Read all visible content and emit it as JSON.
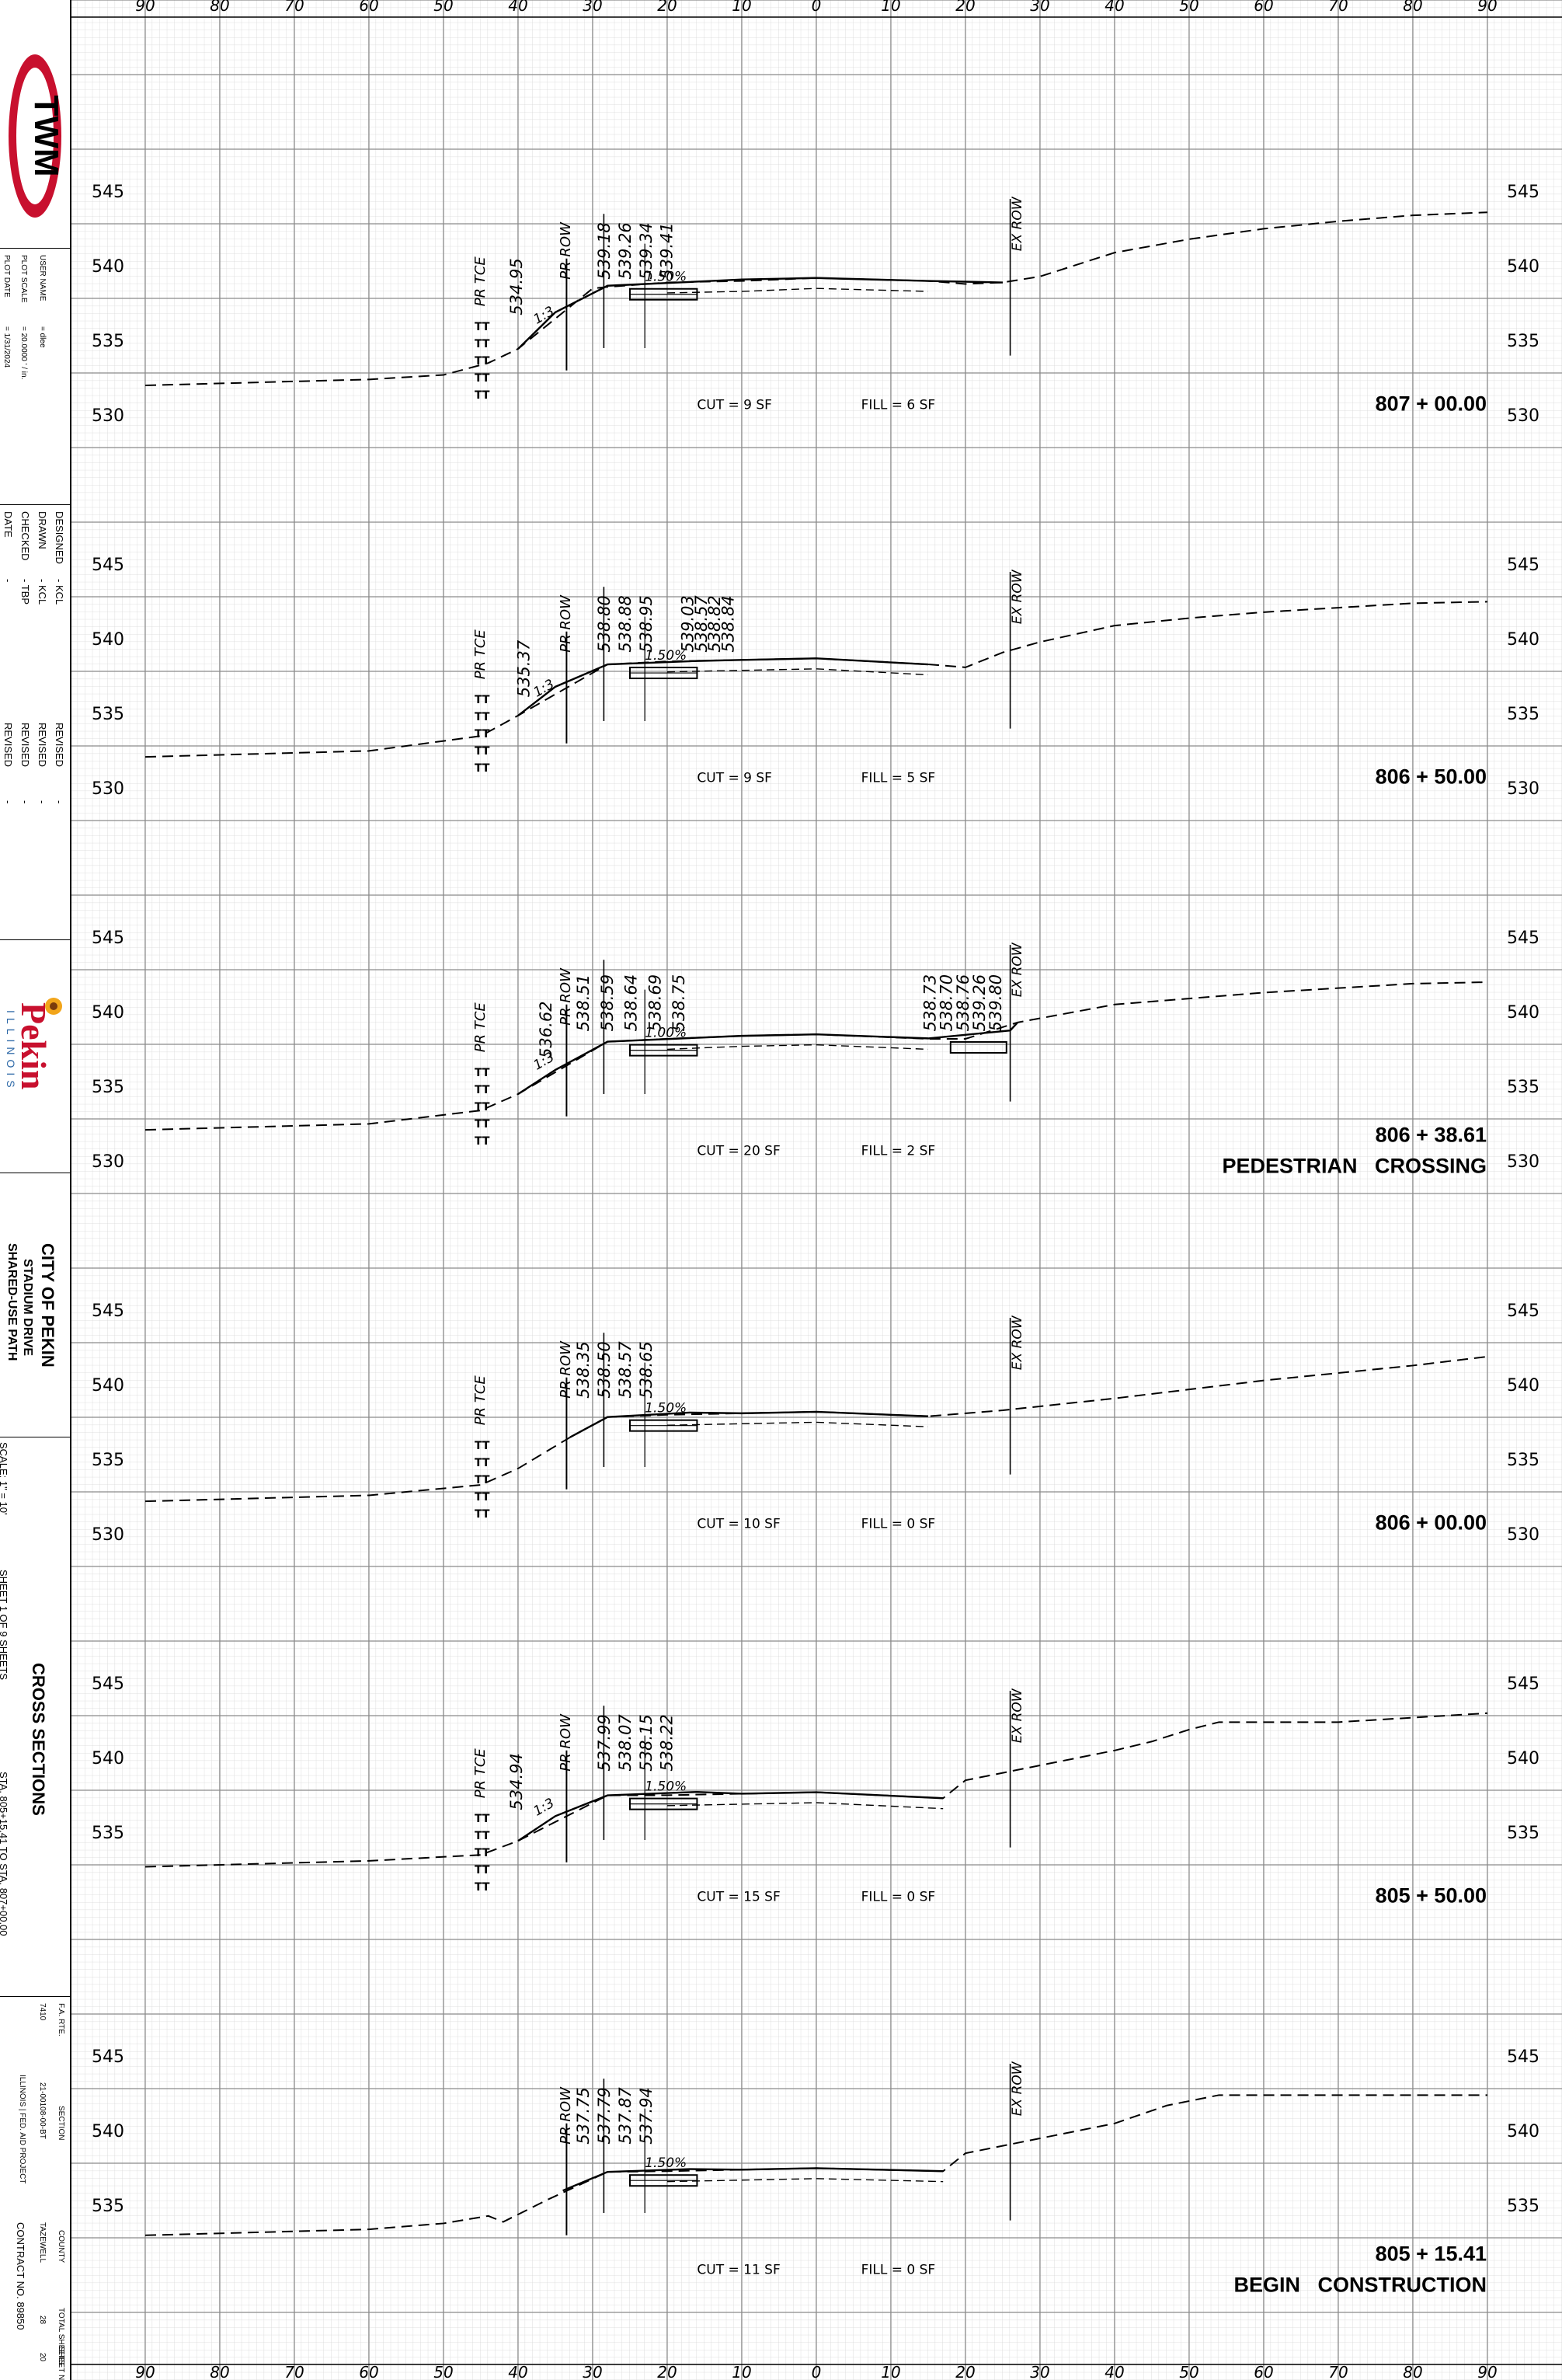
{
  "top_axis": [
    90,
    80,
    70,
    60,
    50,
    40,
    30,
    20,
    10,
    0,
    10,
    20,
    30,
    40,
    50,
    60,
    70,
    80,
    90
  ],
  "elev_labels": [
    "545",
    "540",
    "535",
    "530"
  ],
  "title_block": {
    "logo_text": "TWM",
    "user_name_label": "USER NAME",
    "user_name": "= dlee",
    "plot_scale_label": "PLOT SCALE",
    "plot_scale": "= 20.0000 ' / in.",
    "plot_date_label": "PLOT DATE",
    "plot_date": "= 1/31/2024",
    "designed_label": "DESIGNED",
    "designed": "- KCL",
    "drawn_label": "DRAWN",
    "drawn": "- KCL",
    "checked_label": "CHECKED",
    "checked": "- TBP",
    "date_label": "DATE",
    "date": "-",
    "revised_label": "REVISED",
    "revised": "-",
    "city_logo": "Pekin",
    "city_logo_sub": "ILLINOIS",
    "project_line1": "CITY OF PEKIN",
    "project_line2": "STADIUM DRIVE",
    "project_line3": "SHARED-USE PATH",
    "scale": "SCALE: 1\" = 10'",
    "sheet": "SHEET 1 OF 9 SHEETS",
    "sta_range": "STA. 805+15.41 TO STA. 807+00.00",
    "sheet_title": "CROSS SECTIONS",
    "fa_rte_label": "F.A. RTE.",
    "fa_rte": "7410",
    "section_label": "SECTION",
    "section": "21-00108-00-BT",
    "county_label": "COUNTY",
    "county": "TAZEWELL",
    "total_sheets_label": "TOTAL SHEETS",
    "total_sheets": "28",
    "sheet_no_label": "SHEET NO.",
    "sheet_no": "20",
    "contract": "CONTRACT NO. 89850",
    "illinois": "ILLINOIS | FED. AID PROJECT"
  },
  "sections": [
    {
      "station": "807 + 00.00",
      "subtitle": "",
      "cut": "CUT = 9 SF",
      "fill": "FILL = 6 SF",
      "elev_min": 530,
      "existing_ground": [
        [
          -90,
          532.5
        ],
        [
          -60,
          532.9
        ],
        [
          -50,
          533.2
        ],
        [
          -44,
          534.0
        ],
        [
          -40,
          534.95
        ],
        [
          -30,
          539.0
        ],
        [
          -28,
          539.1
        ],
        [
          -20,
          539.4
        ],
        [
          -10,
          539.5
        ],
        [
          0,
          539.7
        ],
        [
          15,
          539.5
        ],
        [
          20,
          539.3
        ],
        [
          25,
          539.4
        ],
        [
          30,
          539.8
        ],
        [
          40,
          541.4
        ],
        [
          50,
          542.3
        ],
        [
          60,
          543.0
        ],
        [
          70,
          543.5
        ],
        [
          80,
          543.9
        ],
        [
          90,
          544.1
        ]
      ],
      "proposed": [
        [
          -40,
          534.95
        ],
        [
          -35,
          537.4
        ],
        [
          -28,
          539.18
        ],
        [
          -18,
          539.41
        ],
        [
          -10,
          539.6
        ],
        [
          0,
          539.7
        ],
        [
          15,
          539.5
        ],
        [
          25,
          539.4
        ]
      ],
      "pr_tce": "PR TCE",
      "pr_row": "PR ROW",
      "ex_row": "EX ROW",
      "slope": "1:3",
      "cross_slope": "1.50%",
      "elev_callouts": [
        "534.95",
        "539.18",
        "539.26",
        "539.34",
        "539.41"
      ]
    },
    {
      "station": "806 + 50.00",
      "subtitle": "",
      "cut": "CUT = 9 SF",
      "fill": "FILL = 5 SF",
      "elev_min": 530,
      "existing_ground": [
        [
          -90,
          532.6
        ],
        [
          -60,
          533.0
        ],
        [
          -45,
          534.0
        ],
        [
          -40,
          535.37
        ],
        [
          -28,
          538.8
        ],
        [
          -20,
          539.0
        ],
        [
          -10,
          539.1
        ],
        [
          0,
          539.2
        ],
        [
          15,
          538.8
        ],
        [
          20,
          538.6
        ],
        [
          25,
          539.6
        ],
        [
          30,
          540.3
        ],
        [
          40,
          541.4
        ],
        [
          50,
          541.9
        ],
        [
          60,
          542.3
        ],
        [
          70,
          542.6
        ],
        [
          80,
          542.9
        ],
        [
          90,
          543.0
        ]
      ],
      "proposed": [
        [
          -40,
          535.37
        ],
        [
          -35,
          537.3
        ],
        [
          -28,
          538.8
        ],
        [
          -16,
          539.03
        ],
        [
          -10,
          539.1
        ],
        [
          0,
          539.2
        ],
        [
          15,
          538.8
        ]
      ],
      "pr_tce": "PR TCE",
      "pr_row": "PR ROW",
      "ex_row": "EX ROW",
      "slope": "1:3",
      "cross_slope": "1.50%",
      "elev_callouts": [
        "535.37",
        "538.80",
        "538.88",
        "538.95",
        "539.03",
        "538.57",
        "538.82",
        "538.84"
      ]
    },
    {
      "station": "806 + 38.61",
      "subtitle": "PEDESTRIAN   CROSSING",
      "cut": "CUT = 20 SF",
      "fill": "FILL = 2 SF",
      "elev_min": 530,
      "existing_ground": [
        [
          -90,
          532.6
        ],
        [
          -60,
          533.0
        ],
        [
          -45,
          533.9
        ],
        [
          -40,
          535.0
        ],
        [
          -28,
          538.51
        ],
        [
          -20,
          538.7
        ],
        [
          -10,
          538.9
        ],
        [
          0,
          539.0
        ],
        [
          15,
          538.7
        ],
        [
          20,
          538.7
        ],
        [
          27,
          539.8
        ],
        [
          40,
          541.0
        ],
        [
          50,
          541.4
        ],
        [
          60,
          541.8
        ],
        [
          70,
          542.1
        ],
        [
          80,
          542.4
        ],
        [
          90,
          542.5
        ]
      ],
      "proposed": [
        [
          -40,
          535.0
        ],
        [
          -35,
          536.62
        ],
        [
          -28,
          538.51
        ],
        [
          -17,
          538.75
        ],
        [
          -10,
          538.9
        ],
        [
          0,
          539.0
        ],
        [
          15,
          538.73
        ],
        [
          26,
          539.26
        ],
        [
          27,
          539.8
        ]
      ],
      "pr_tce": "PR TCE",
      "pr_row": "PR ROW",
      "ex_row": "EX ROW",
      "slope": "1:3",
      "cross_slope": "1.00%",
      "elev_callouts": [
        "536.62",
        "538.51",
        "538.59",
        "538.64",
        "538.69",
        "538.75",
        "538.73",
        "538.70",
        "538.76",
        "539.26",
        "539.80"
      ]
    },
    {
      "station": "806 + 00.00",
      "subtitle": "",
      "cut": "CUT = 10 SF",
      "fill": "FILL = 0 SF",
      "elev_min": 530,
      "existing_ground": [
        [
          -90,
          532.7
        ],
        [
          -60,
          533.1
        ],
        [
          -45,
          533.8
        ],
        [
          -40,
          534.9
        ],
        [
          -33,
          537.0
        ],
        [
          -28,
          538.35
        ],
        [
          -20,
          538.5
        ],
        [
          -10,
          538.6
        ],
        [
          0,
          538.7
        ],
        [
          15,
          538.4
        ],
        [
          25,
          538.8
        ],
        [
          40,
          539.6
        ],
        [
          50,
          540.2
        ],
        [
          60,
          540.8
        ],
        [
          70,
          541.3
        ],
        [
          80,
          541.8
        ],
        [
          90,
          542.4
        ]
      ],
      "proposed": [
        [
          -33,
          537.0
        ],
        [
          -28,
          538.35
        ],
        [
          -17,
          538.65
        ],
        [
          -10,
          538.6
        ],
        [
          0,
          538.7
        ],
        [
          15,
          538.4
        ]
      ],
      "pr_tce": "PR TCE",
      "pr_row": "PR ROW",
      "ex_row": "EX ROW",
      "slope": "",
      "cross_slope": "1.50%",
      "elev_callouts": [
        "538.35",
        "538.50",
        "538.57",
        "538.65"
      ]
    },
    {
      "station": "805 + 50.00",
      "subtitle": "",
      "cut": "CUT = 15 SF",
      "fill": "FILL = 0 SF",
      "elev_min": 530,
      "existing_ground": [
        [
          -90,
          533.2
        ],
        [
          -60,
          533.6
        ],
        [
          -45,
          534.0
        ],
        [
          -40,
          534.94
        ],
        [
          -28,
          537.99
        ],
        [
          -20,
          538.0
        ],
        [
          -10,
          538.1
        ],
        [
          0,
          538.2
        ],
        [
          17,
          537.8
        ],
        [
          20,
          539.0
        ],
        [
          30,
          540.0
        ],
        [
          40,
          541.0
        ],
        [
          45,
          541.6
        ],
        [
          50,
          542.4
        ],
        [
          54,
          542.9
        ],
        [
          60,
          542.9
        ],
        [
          70,
          542.9
        ],
        [
          80,
          543.2
        ],
        [
          90,
          543.5
        ]
      ],
      "proposed": [
        [
          -40,
          534.94
        ],
        [
          -35,
          536.6
        ],
        [
          -28,
          537.99
        ],
        [
          -16,
          538.22
        ],
        [
          -10,
          538.1
        ],
        [
          0,
          538.2
        ],
        [
          17,
          537.8
        ]
      ],
      "pr_tce": "PR TCE",
      "pr_row": "PR ROW",
      "ex_row": "EX ROW",
      "slope": "1:3",
      "cross_slope": "1.50%",
      "elev_callouts": [
        "534.94",
        "537.99",
        "538.07",
        "538.15",
        "538.22"
      ]
    },
    {
      "station": "805 + 15.41",
      "subtitle": "BEGIN   CONSTRUCTION",
      "cut": "CUT = 11 SF",
      "fill": "FILL = 0 SF",
      "elev_min": 530,
      "existing_ground": [
        [
          -90,
          533.5
        ],
        [
          -60,
          533.9
        ],
        [
          -50,
          534.3
        ],
        [
          -44,
          534.8
        ],
        [
          -42,
          534.4
        ],
        [
          -36,
          535.9
        ],
        [
          -28,
          537.75
        ],
        [
          -20,
          537.8
        ],
        [
          -10,
          537.9
        ],
        [
          0,
          538.0
        ],
        [
          17,
          537.8
        ],
        [
          20,
          539.0
        ],
        [
          30,
          540.0
        ],
        [
          40,
          541.0
        ],
        [
          47,
          542.2
        ],
        [
          54,
          542.9
        ],
        [
          60,
          542.9
        ],
        [
          70,
          542.9
        ],
        [
          80,
          542.9
        ],
        [
          90,
          542.9
        ]
      ],
      "proposed": [
        [
          -34,
          536.5
        ],
        [
          -28,
          537.75
        ],
        [
          -17,
          537.94
        ],
        [
          -10,
          537.9
        ],
        [
          0,
          538.0
        ],
        [
          17,
          537.8
        ]
      ],
      "pr_tce": "",
      "pr_row": "PR ROW",
      "ex_row": "EX ROW",
      "slope": "",
      "cross_slope": "1.50%",
      "elev_callouts": [
        "537.75",
        "537.79",
        "537.87",
        "537.94"
      ]
    }
  ]
}
